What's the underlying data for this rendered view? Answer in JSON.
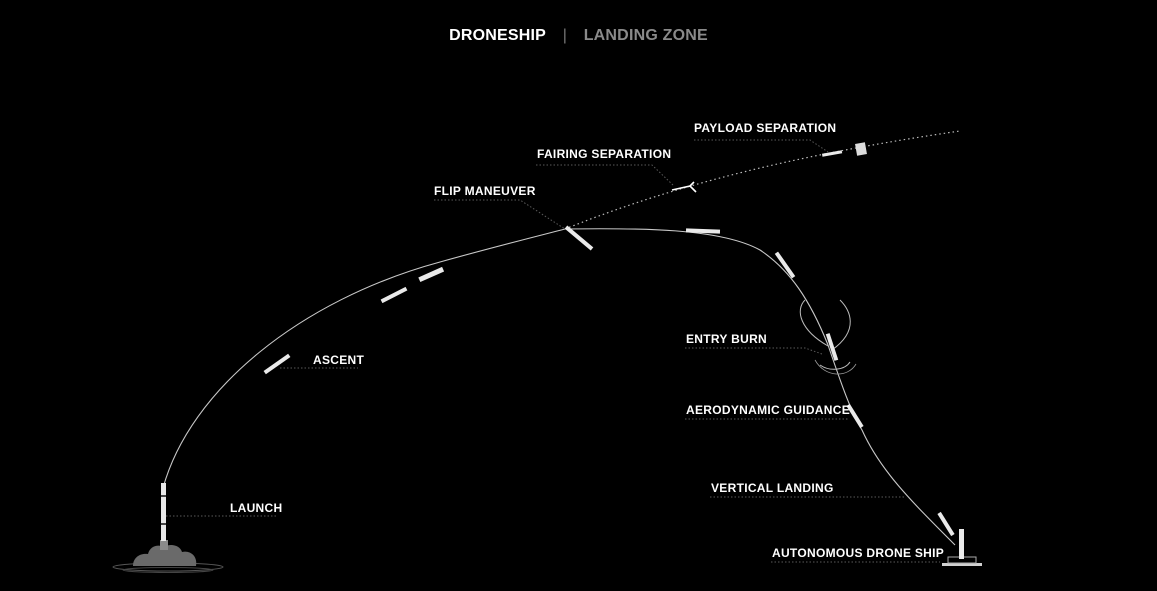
{
  "header": {
    "tabs": [
      {
        "label": "DRONESHIP",
        "active": true
      },
      {
        "label": "LANDING ZONE",
        "active": false
      }
    ],
    "separator": "|"
  },
  "stages": {
    "payload_separation": "PAYLOAD SEPARATION",
    "fairing_separation": "FAIRING SEPARATION",
    "flip_maneuver": "FLIP MANEUVER",
    "ascent": "ASCENT",
    "launch": "LAUNCH",
    "entry_burn": "ENTRY BURN",
    "aerodynamic_guidance": "AERODYNAMIC GUIDANCE",
    "vertical_landing": "VERTICAL LANDING",
    "autonomous_drone_ship": "AUTONOMOUS DRONE SHIP"
  },
  "colors": {
    "background": "#000000",
    "active_tab": "#ffffff",
    "inactive_tab": "#8a8a8a",
    "trajectory": "#c8c8c8"
  }
}
